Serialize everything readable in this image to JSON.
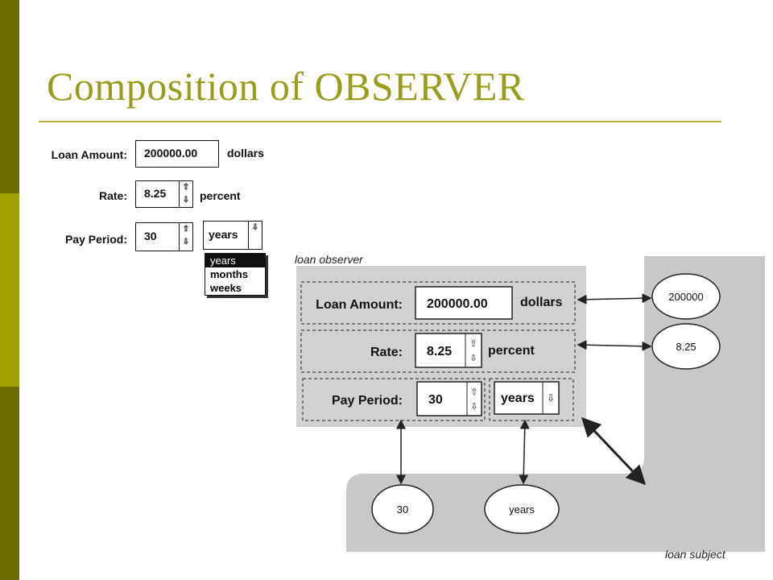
{
  "slide": {
    "title": "Composition of OBSERVER"
  },
  "form": {
    "loan_amount": {
      "label": "Loan Amount:",
      "value": "200000.00",
      "unit": "dollars"
    },
    "rate": {
      "label": "Rate:",
      "value": "8.25",
      "unit": "percent"
    },
    "pay_period": {
      "label": "Pay Period:",
      "value": "30",
      "unit_value": "years"
    },
    "dropdown_options": [
      "years",
      "months",
      "weeks"
    ],
    "selected_option": "years"
  },
  "diagram": {
    "observer_label": "loan observer",
    "subject_label": "loan subject",
    "observer_rows": [
      {
        "label": "Loan Amount:",
        "value": "200000.00",
        "unit": "dollars"
      },
      {
        "label": "Rate:",
        "value": "8.25",
        "unit": "percent"
      },
      {
        "label": "Pay Period:",
        "value": "30",
        "unit": "years"
      }
    ],
    "subject_values": [
      "200000",
      "8.25",
      "30",
      "years"
    ]
  }
}
